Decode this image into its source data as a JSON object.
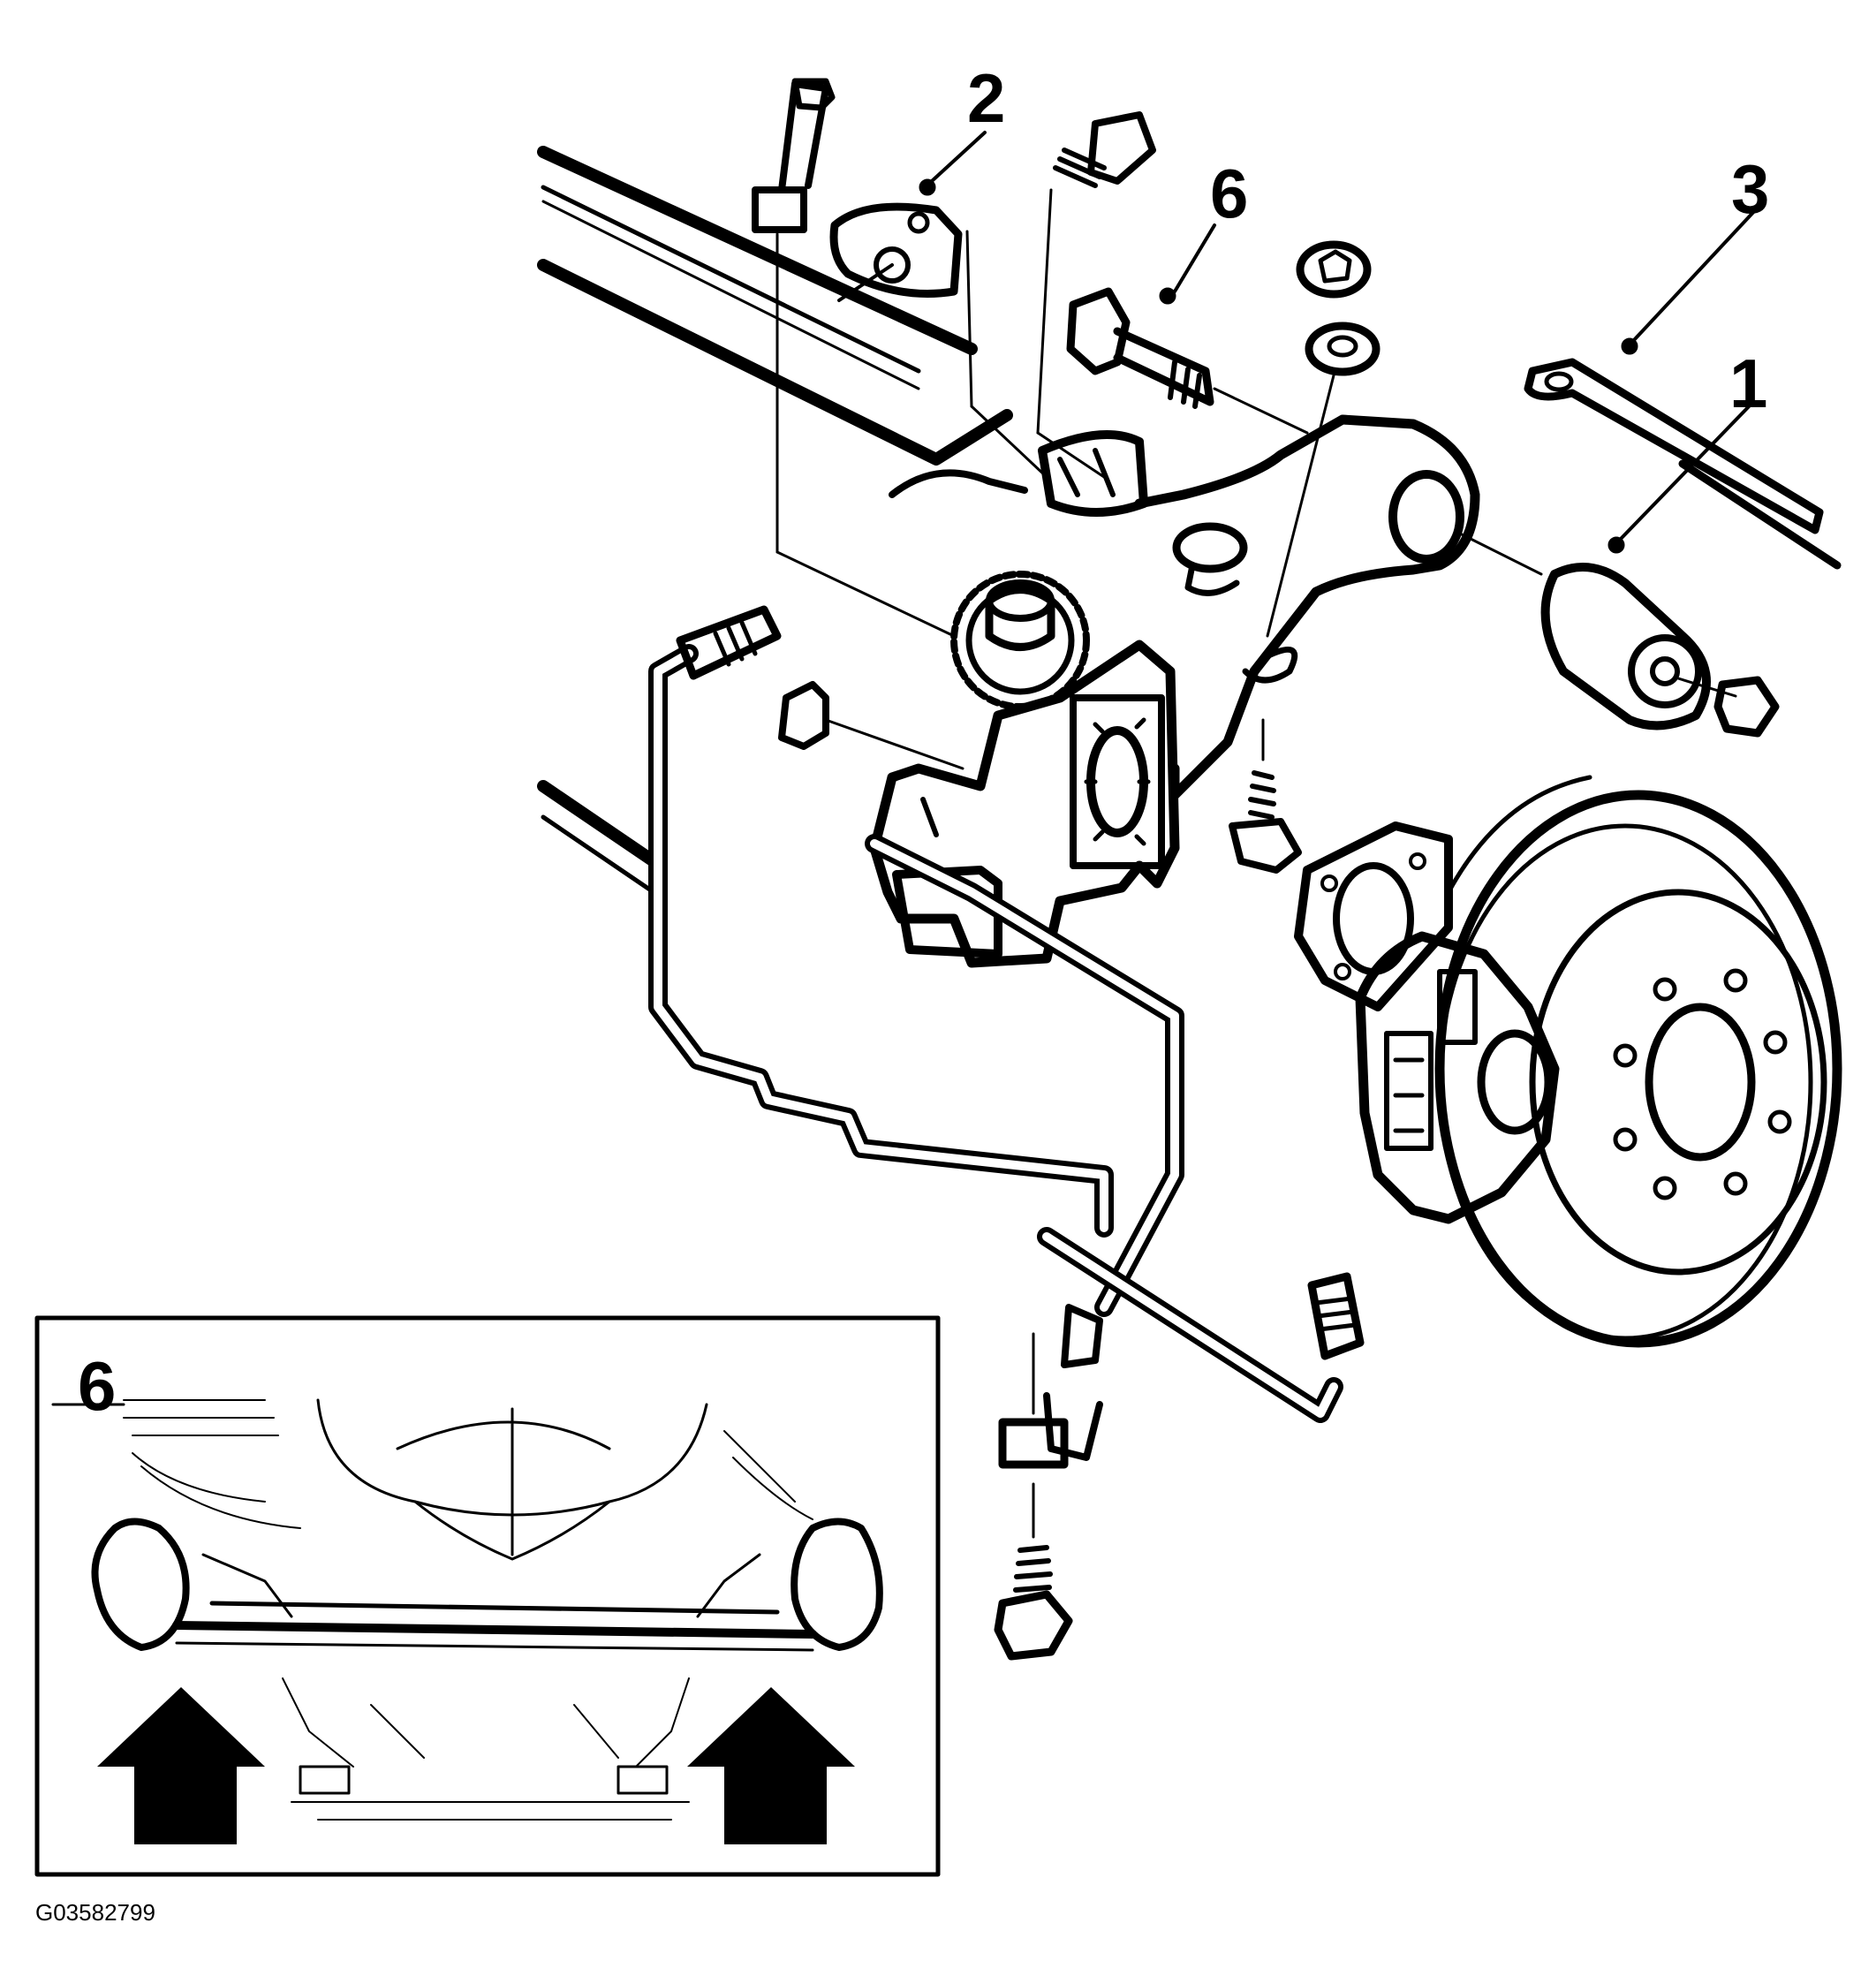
{
  "figure": {
    "id_code": "G03582799",
    "callouts": {
      "bushing": "1",
      "bracket": "2",
      "link_arm": "3",
      "bolt": "6",
      "inset": "6"
    }
  },
  "colors": {
    "ink": "#000000",
    "paper": "#ffffff"
  },
  "icons": [
    "bolt-icon",
    "nut-icon",
    "washer-icon",
    "arrow-up-icon",
    "brake-disc-icon",
    "caliper-icon"
  ]
}
